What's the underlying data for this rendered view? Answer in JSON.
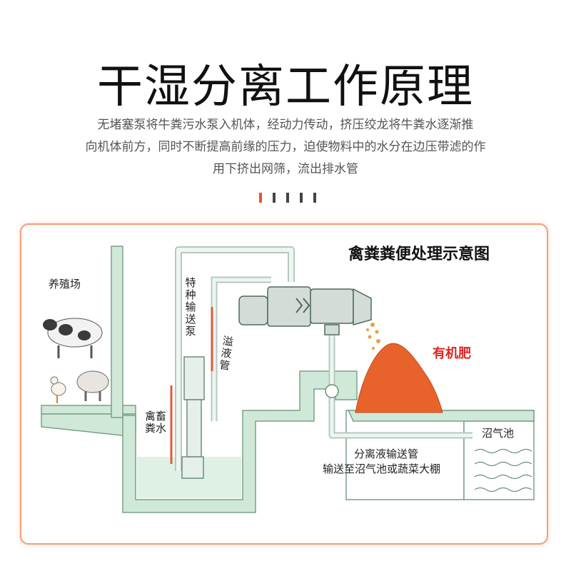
{
  "title": "干湿分离工作原理",
  "description": {
    "line1": "无堵塞泵将牛粪污水泵入机体，经动力传动，挤压绞龙将牛粪水逐渐推",
    "line2": "向机体前方，同时不断提高前缘的压力，迫使物料中的水分在边压带滤的作",
    "line3": "用下挤出网筛，流出排水管"
  },
  "colors": {
    "accent": "#e8542c",
    "frame": "#f3a07a",
    "fertilizer": "#e0231c",
    "water": "#cfe8d8"
  },
  "diagram": {
    "title": "禽粪粪便处理示意图",
    "labels": {
      "farm": "养殖场",
      "pump": "特种输送泵",
      "waste_water": "禽畜粪水",
      "overflow": "溢液管",
      "fertilizer": "有机肥",
      "biogas": "沼气池",
      "pipe_line1": "分离液输送管",
      "pipe_line2": "输送至沼气池或蔬菜大棚"
    }
  }
}
